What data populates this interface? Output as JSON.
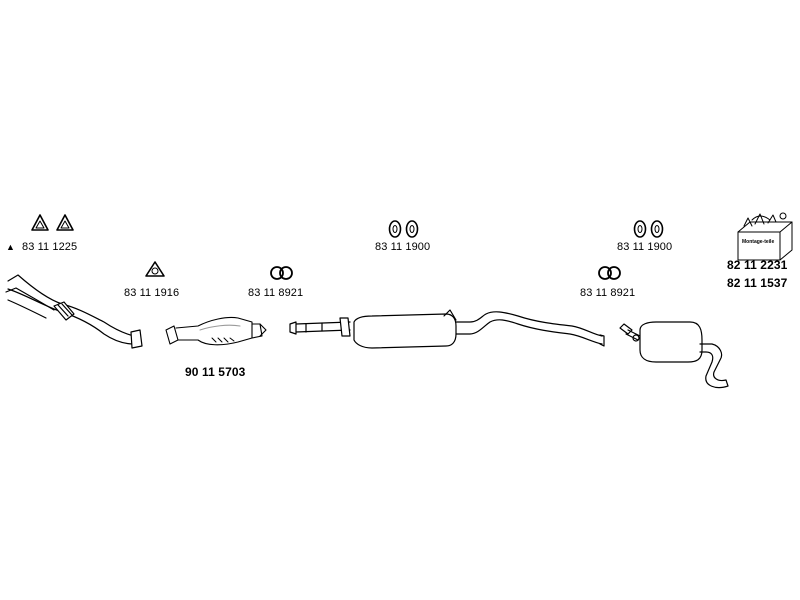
{
  "labels": {
    "gasket_front": "83 11 1225",
    "gasket_mid_pipe": "83 11 1916",
    "clamp_cat": "83 11 8921",
    "gasket_center": "83 11 1900",
    "clamp_rear": "83 11 8921",
    "gasket_rear": "83 11 1900",
    "catalyst": "90 11 5703",
    "kit_1": "82 11 2231",
    "kit_2": "82 11 1537"
  },
  "kit_box_text": "Montage-teile",
  "marker_symbol": "▲",
  "colors": {
    "stroke": "#000000",
    "fill": "#ffffff",
    "shade": "#9a9a9a"
  }
}
